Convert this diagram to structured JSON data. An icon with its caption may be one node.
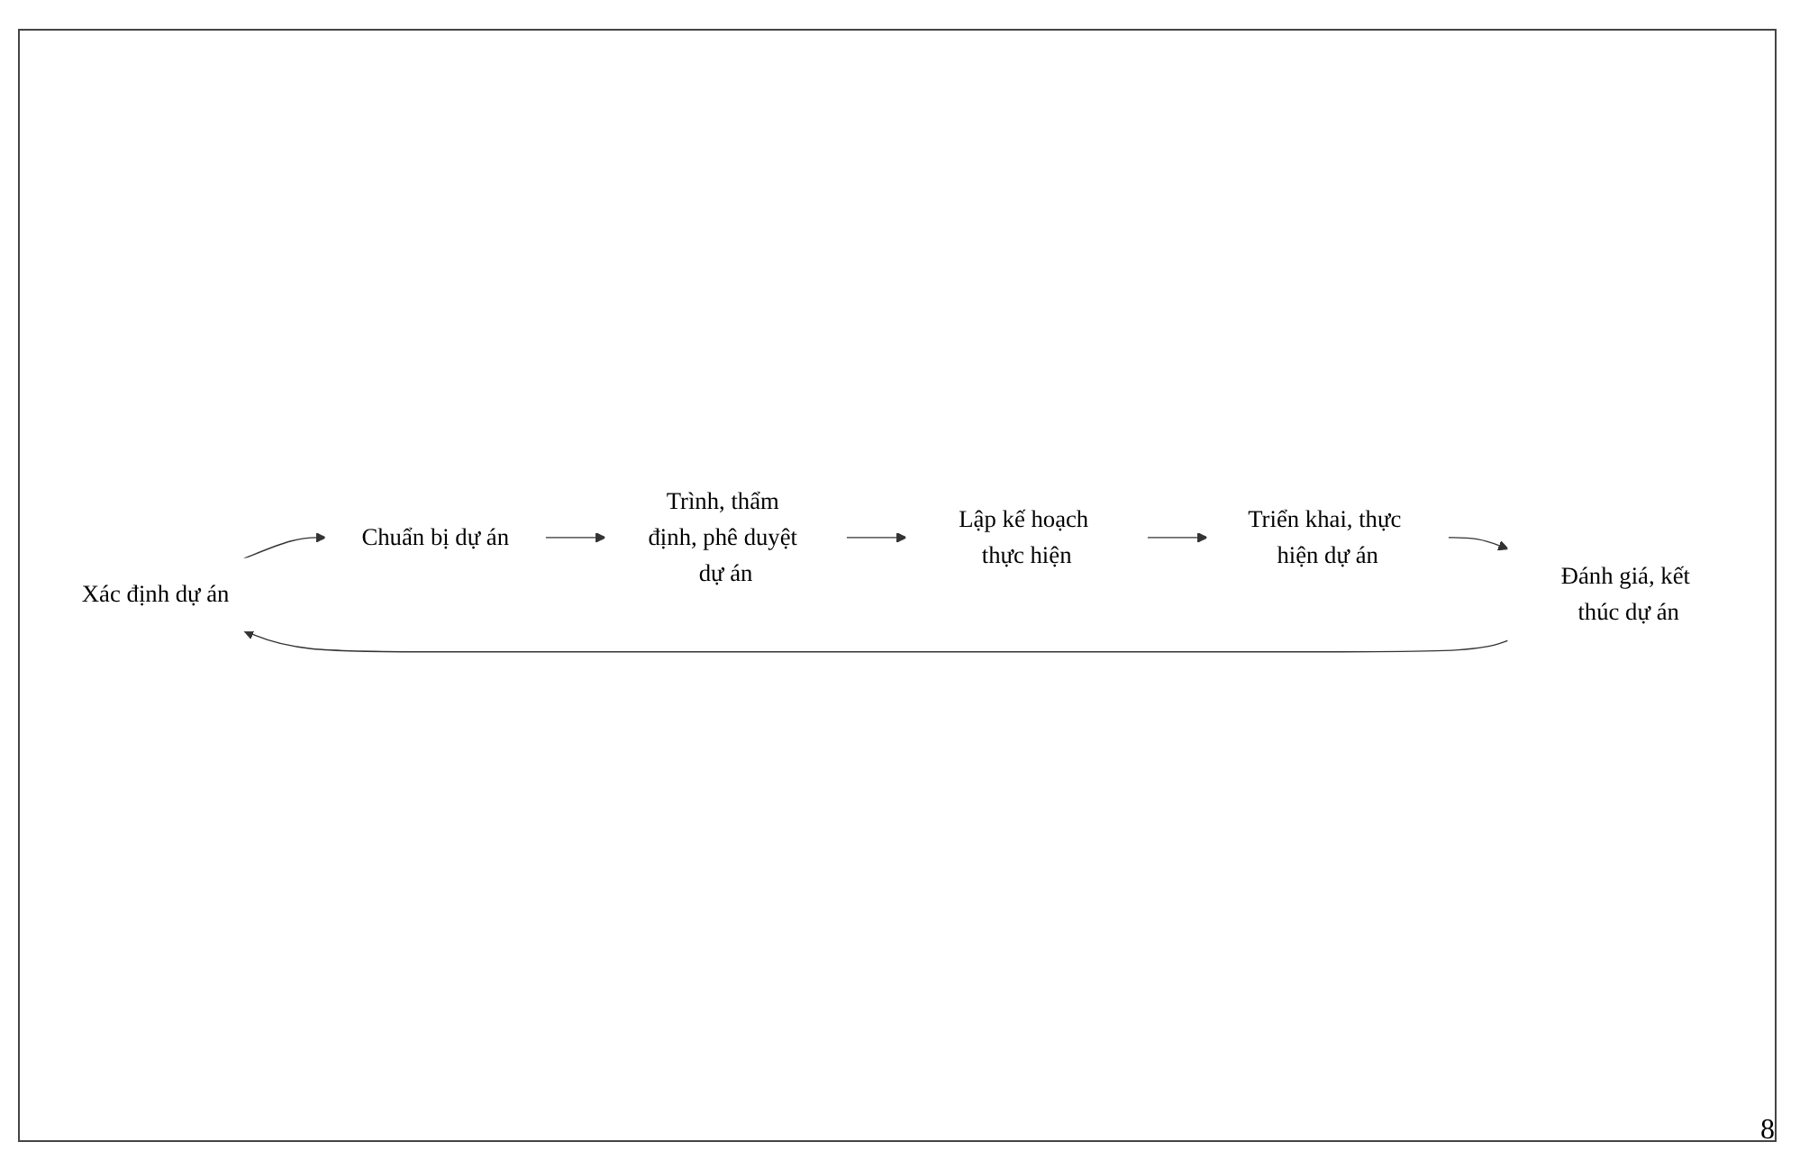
{
  "diagram": {
    "nodes": [
      {
        "text": [
          "Xác định dự án"
        ]
      },
      {
        "text": [
          "Chuẩn bị dự án"
        ]
      },
      {
        "text": [
          "Trình, thẩm định, phê duyệt dự án"
        ]
      },
      {
        "text": [
          "Lập kế hoạch thực hiện"
        ]
      },
      {
        "text": [
          "Triển khai, thực hiện dự án"
        ]
      },
      {
        "text": [
          "Đánh giá, kết thúc dự án"
        ]
      }
    ],
    "edges": [
      {
        "from": 0,
        "to": 1,
        "arrow": "to"
      },
      {
        "from": 1,
        "to": 2,
        "arrow": "to"
      },
      {
        "from": 2,
        "to": 3,
        "arrow": "to"
      },
      {
        "from": 3,
        "to": 4,
        "arrow": "to"
      },
      {
        "from": 4,
        "to": 5,
        "arrow": "to"
      },
      {
        "from": 5,
        "to": 0,
        "arrow": "to"
      }
    ],
    "labels": [
      "8"
    ]
  }
}
